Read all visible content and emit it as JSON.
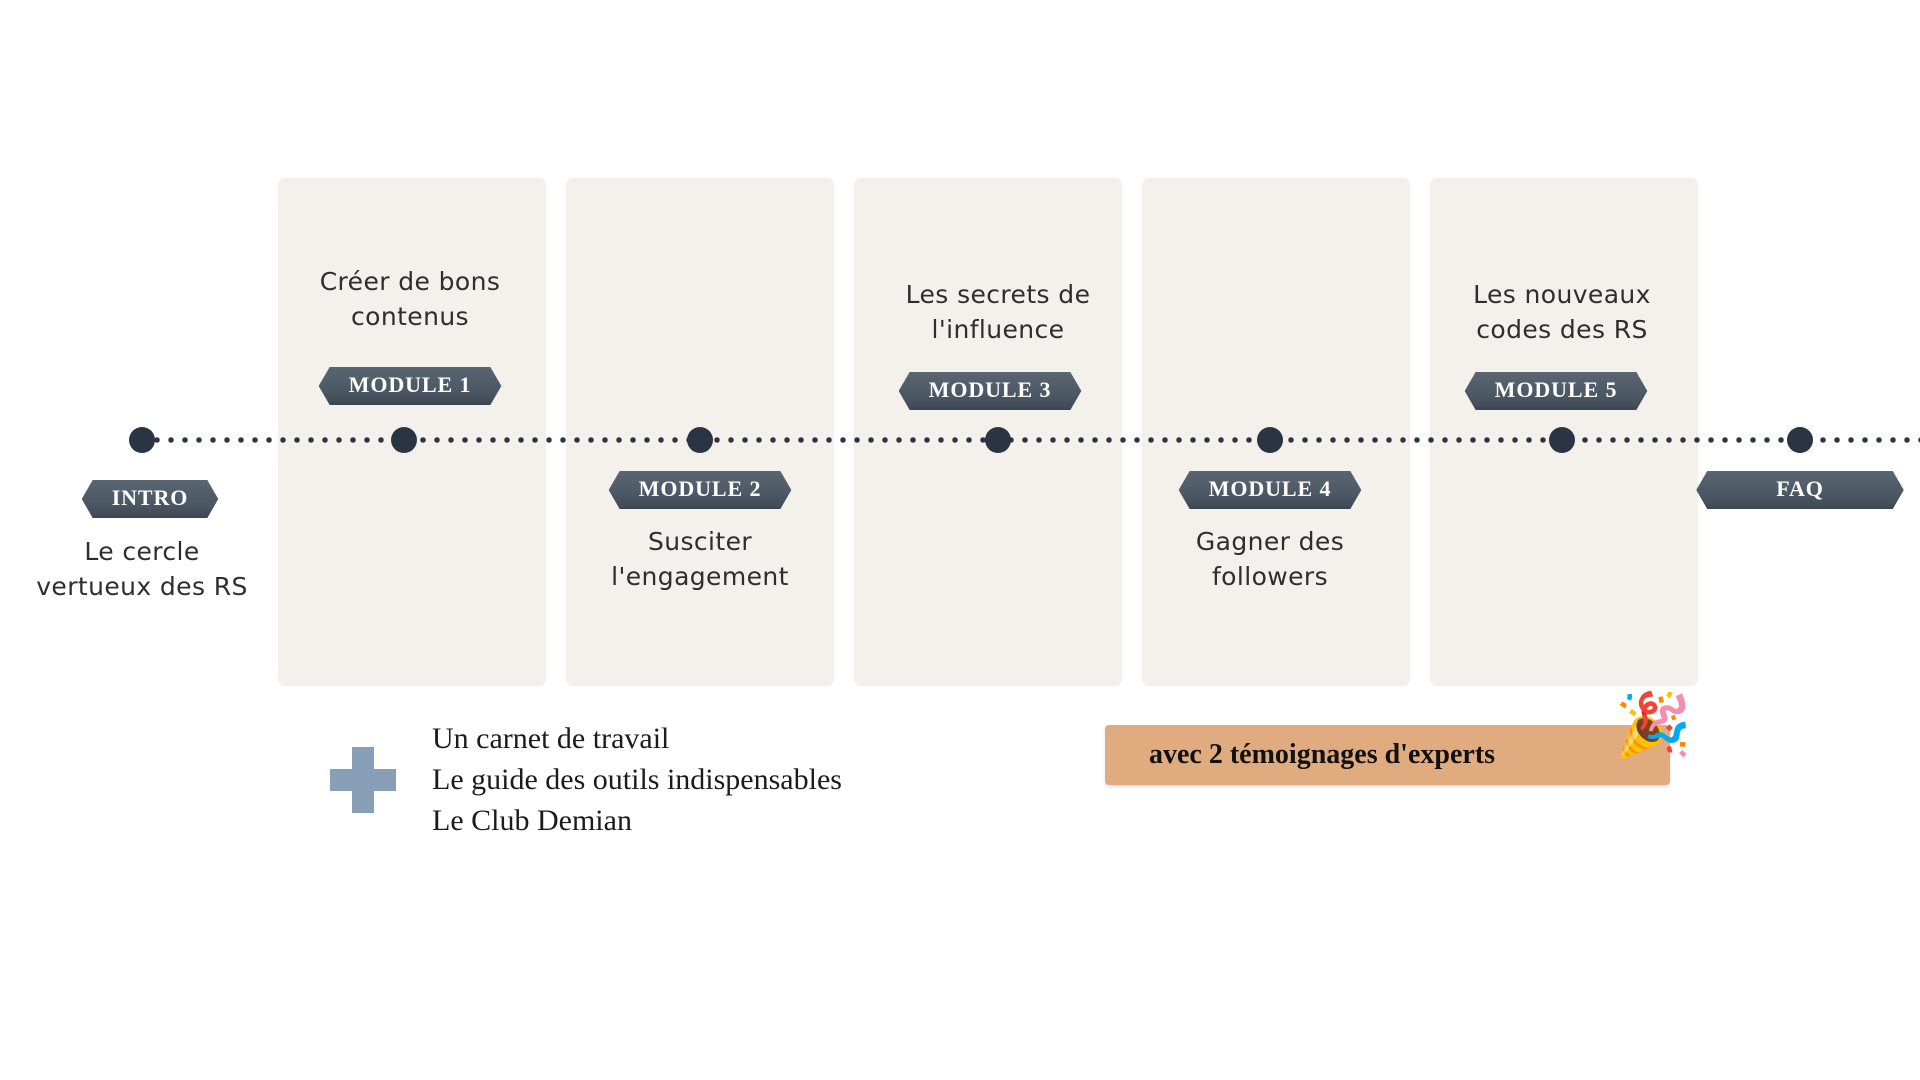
{
  "theme": {
    "page_background": "#ffffff",
    "card_background": "#f4f0ec",
    "badge_color": "#4c5764",
    "dot_color": "#2b3442",
    "plus_color": "#87a0b8",
    "banner_color": "#e0ac7f",
    "text_color": "#2e2e2e"
  },
  "timeline": {
    "nodes": [
      {
        "id": "intro",
        "badge": "INTRO",
        "caption_line1": "Le cercle",
        "caption_line2": "vertueux des RS",
        "position": "below",
        "has_card": false
      },
      {
        "id": "module-1",
        "badge": "MODULE 1",
        "caption_line1": "Créer de bons",
        "caption_line2": "contenus",
        "position": "above",
        "has_card": true
      },
      {
        "id": "module-2",
        "badge": "MODULE 2",
        "caption_line1": "Susciter",
        "caption_line2": "l'engagement",
        "position": "below",
        "has_card": true
      },
      {
        "id": "module-3",
        "badge": "MODULE 3",
        "caption_line1": "Les secrets de",
        "caption_line2": "l'influence",
        "position": "above",
        "has_card": true
      },
      {
        "id": "module-4",
        "badge": "MODULE 4",
        "caption_line1": "Gagner des",
        "caption_line2": "followers",
        "position": "below",
        "has_card": true
      },
      {
        "id": "module-5",
        "badge": "MODULE 5",
        "caption_line1": "Les nouveaux",
        "caption_line2": "codes des RS",
        "position": "above",
        "has_card": true
      },
      {
        "id": "faq",
        "badge": "FAQ",
        "caption_line1": "",
        "caption_line2": "",
        "position": "below",
        "has_card": false
      }
    ]
  },
  "extras": {
    "icon": "plus-icon",
    "items": [
      "Un carnet de travail",
      "Le guide des outils indispensables",
      "Le Club Demian"
    ]
  },
  "testimonial": {
    "text": "avec 2 témoignages d'experts",
    "icon": "party-popper-icon",
    "icon_glyph": "🎉"
  }
}
